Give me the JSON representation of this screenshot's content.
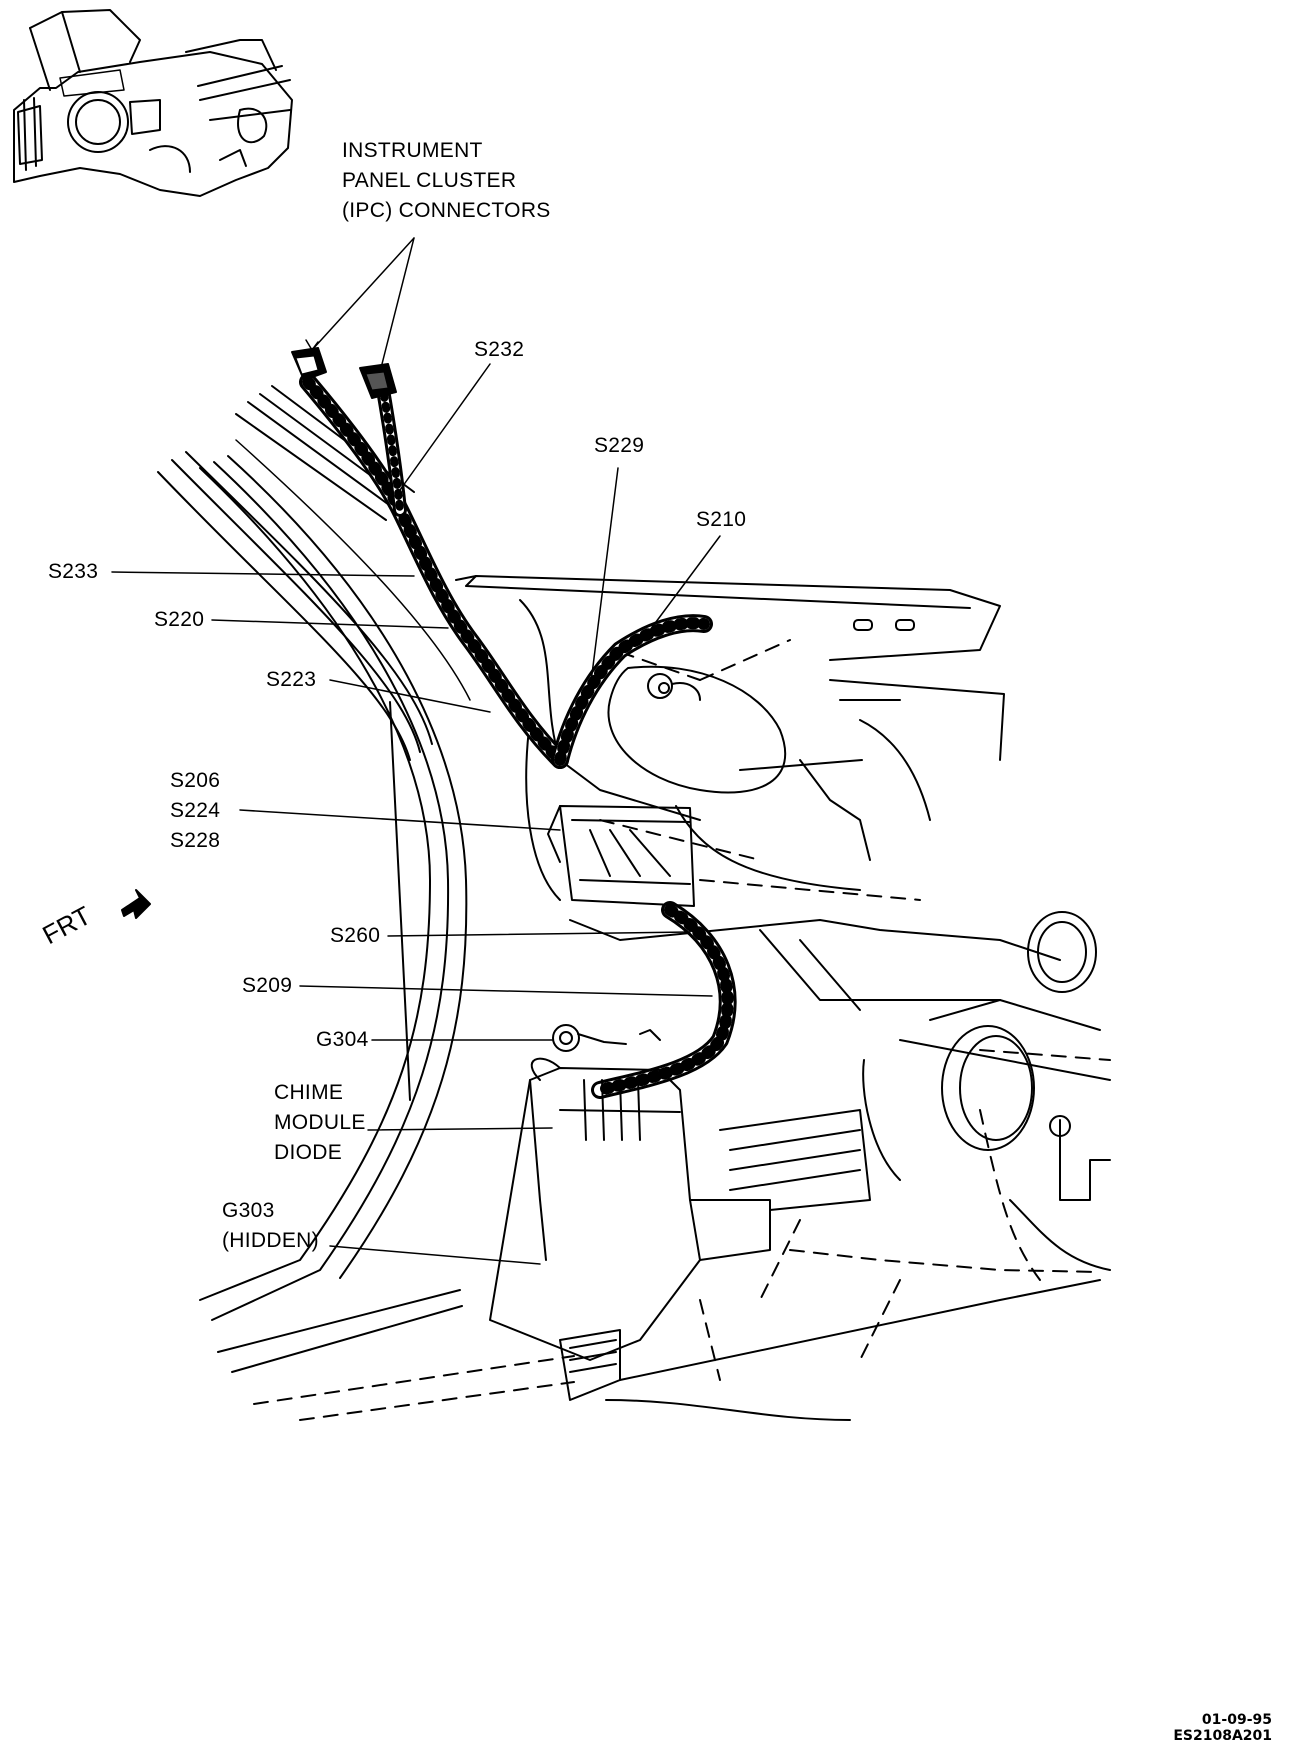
{
  "diagram": {
    "callouts": {
      "ipc_connectors": [
        "INSTRUMENT",
        "PANEL CLUSTER",
        "(IPC) CONNECTORS"
      ],
      "s232": "S232",
      "s229": "S229",
      "s210": "S210",
      "s233": "S233",
      "s220": "S220",
      "s223": "S223",
      "s206_group": [
        "S206",
        "S224",
        "S228"
      ],
      "s260": "S260",
      "s209": "S209",
      "g304": "G304",
      "chime_module_diode": [
        "CHIME",
        "MODULE",
        "DIODE"
      ],
      "g303": [
        "G303",
        "(HIDDEN)"
      ]
    },
    "orientation_label": "FRT",
    "footer": {
      "date": "01-09-95",
      "code": "ES2108A201"
    }
  }
}
